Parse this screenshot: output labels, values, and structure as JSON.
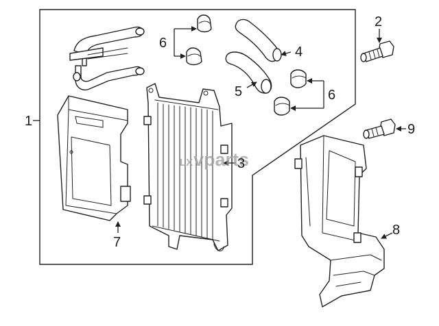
{
  "callouts": {
    "c1": "1",
    "c2": "2",
    "c3": "3",
    "c4": "4",
    "c5": "5",
    "c6a": "6",
    "c6b": "6",
    "c7": "7",
    "c8": "8",
    "c9": "9"
  },
  "watermark": {
    "text": "vparts",
    "prefix": "LX"
  },
  "icons": {
    "arrowhead": "arrow-icon"
  }
}
